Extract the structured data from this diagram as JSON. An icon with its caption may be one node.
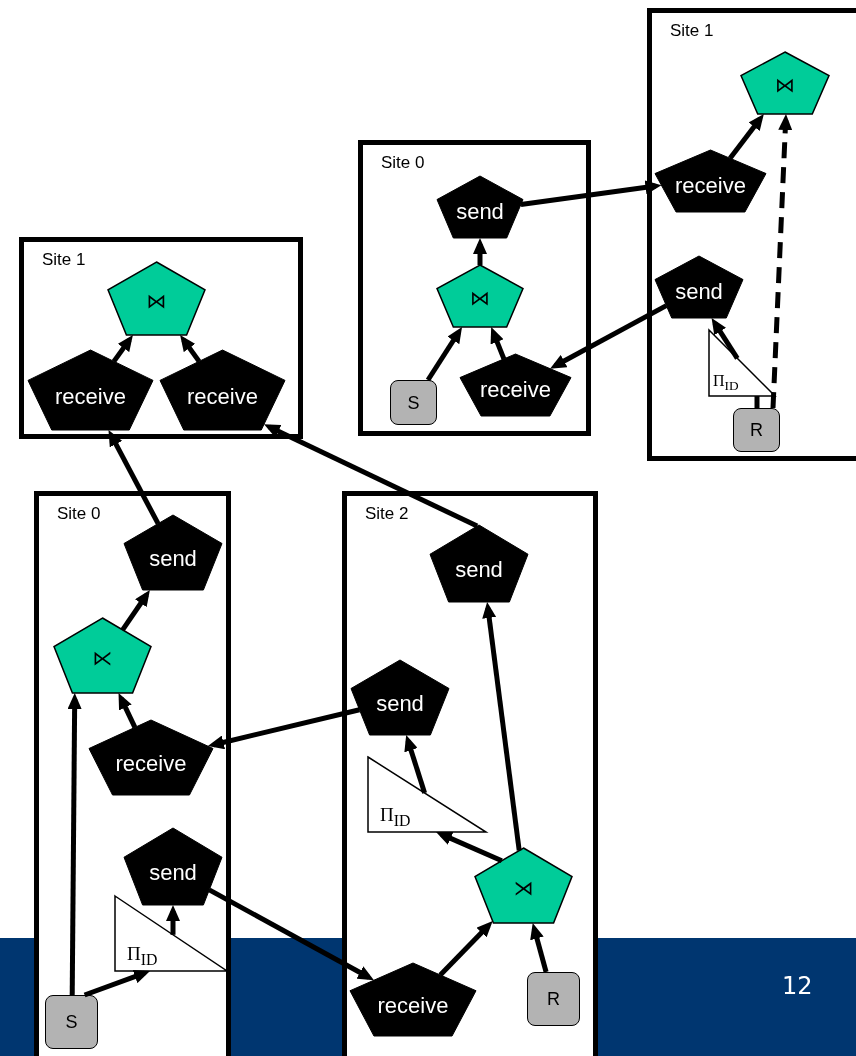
{
  "diagram": {
    "nodes": [
      {
        "text": [
          "Site 1"
        ]
      },
      {
        "text": [
          "⋈"
        ],
        "in": 0
      },
      {
        "text": [
          "receive"
        ],
        "in": 0
      },
      {
        "text": [
          "send"
        ],
        "in": 0
      },
      {
        "text": [
          "Π$_{ID}$"
        ],
        "in": 0
      },
      {
        "text": [
          "R"
        ],
        "in": 0
      },
      {
        "text": [
          "Site 0"
        ]
      },
      {
        "text": [
          "send"
        ],
        "in": 6
      },
      {
        "text": [
          "⋈"
        ],
        "in": 6
      },
      {
        "text": [
          "S"
        ],
        "in": 6
      },
      {
        "text": [
          "receive"
        ],
        "in": 6
      },
      {
        "text": [
          "Site 1"
        ]
      },
      {
        "text": [
          "⋈"
        ],
        "in": 11
      },
      {
        "text": [
          "receive"
        ],
        "in": 11
      },
      {
        "text": [
          "receive"
        ],
        "in": 11
      },
      {
        "text": [
          "Site 0"
        ]
      },
      {
        "text": [
          "send"
        ],
        "in": 15
      },
      {
        "text": [
          "⋉"
        ],
        "in": 15
      },
      {
        "text": [
          "receive"
        ],
        "in": 15
      },
      {
        "text": [
          "send"
        ],
        "in": 15
      },
      {
        "text": [
          "Π$_{ID}$"
        ],
        "in": 15
      },
      {
        "text": [
          "S"
        ],
        "in": 15
      },
      {
        "text": [
          "Site 2"
        ]
      },
      {
        "text": [
          "send"
        ],
        "in": 22
      },
      {
        "text": [
          "send"
        ],
        "in": 22
      },
      {
        "text": [
          "Π$_{ID}$"
        ],
        "in": 22
      },
      {
        "text": [
          "⋊"
        ],
        "in": 22
      },
      {
        "text": [
          "receive"
        ],
        "in": 22
      },
      {
        "text": [
          "R"
        ],
        "in": 22
      }
    ],
    "edges": [
      {
        "from": 2,
        "to": 1,
        "arrow": "to"
      },
      {
        "from": 5,
        "to": 1,
        "arrow": "to",
        "style": "dashed"
      },
      {
        "from": 5,
        "to": 4,
        "arrow": "none"
      },
      {
        "from": 4,
        "to": 3,
        "arrow": "to"
      },
      {
        "from": 3,
        "to": 10,
        "arrow": "to"
      },
      {
        "from": 7,
        "to": 2,
        "arrow": "to"
      },
      {
        "from": 8,
        "to": 7,
        "arrow": "to"
      },
      {
        "from": 9,
        "to": 8,
        "arrow": "to"
      },
      {
        "from": 10,
        "to": 8,
        "arrow": "to"
      },
      {
        "from": 13,
        "to": 12,
        "arrow": "to"
      },
      {
        "from": 14,
        "to": 12,
        "arrow": "to"
      },
      {
        "from": 16,
        "to": 13,
        "arrow": "to"
      },
      {
        "from": 23,
        "to": 14,
        "arrow": "to"
      },
      {
        "from": 17,
        "to": 16,
        "arrow": "to"
      },
      {
        "from": 18,
        "to": 17,
        "arrow": "to"
      },
      {
        "from": 21,
        "to": 17,
        "arrow": "to"
      },
      {
        "from": 21,
        "to": 20,
        "arrow": "to"
      },
      {
        "from": 20,
        "to": 19,
        "arrow": "to"
      },
      {
        "from": 24,
        "to": 18,
        "arrow": "to"
      },
      {
        "from": 19,
        "to": 27,
        "arrow": "to"
      },
      {
        "from": 27,
        "to": 26,
        "arrow": "to"
      },
      {
        "from": 28,
        "to": 26,
        "arrow": "to"
      },
      {
        "from": 26,
        "to": 25,
        "arrow": "to"
      },
      {
        "from": 25,
        "to": 24,
        "arrow": "to"
      },
      {
        "from": 26,
        "to": 23,
        "arrow": "to"
      }
    ],
    "labels": [
      "12"
    ]
  }
}
